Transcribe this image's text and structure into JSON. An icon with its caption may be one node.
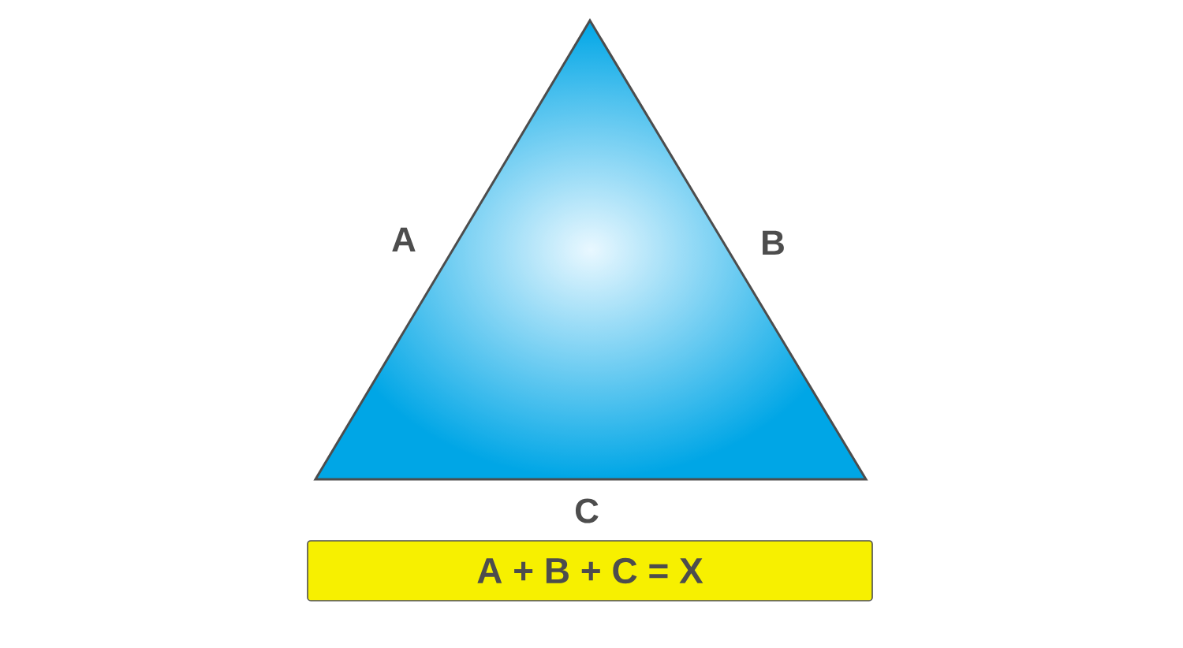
{
  "diagram": {
    "nodes": [
      {
        "text": [
          "A + B + C = X"
        ]
      }
    ],
    "labels": [
      "A",
      "B",
      "C"
    ]
  }
}
